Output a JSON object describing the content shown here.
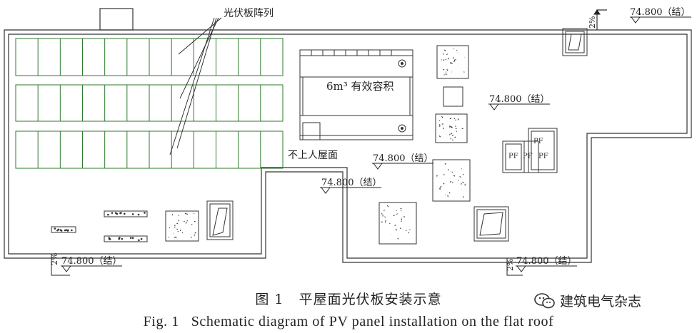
{
  "labels": {
    "pv_array": "光伏板阵列",
    "tank": "6m³ 有效容积",
    "roof_area": "不上人屋面",
    "slope": "2%",
    "pf": "PF"
  },
  "elevations": [
    "74.800（结）",
    "74.800（结）",
    "74.800（结）",
    "74.800（结）",
    "74.800（结）",
    "74.800（结）"
  ],
  "caption": {
    "cn_num": "图 1",
    "cn_text": "平屋面光伏板安装示意",
    "en_num": "Fig. 1",
    "en_text": "Schematic diagram of PV panel installation on the flat roof"
  },
  "watermark": {
    "text": "建筑电气杂志",
    "icon": "wechat-icon"
  }
}
